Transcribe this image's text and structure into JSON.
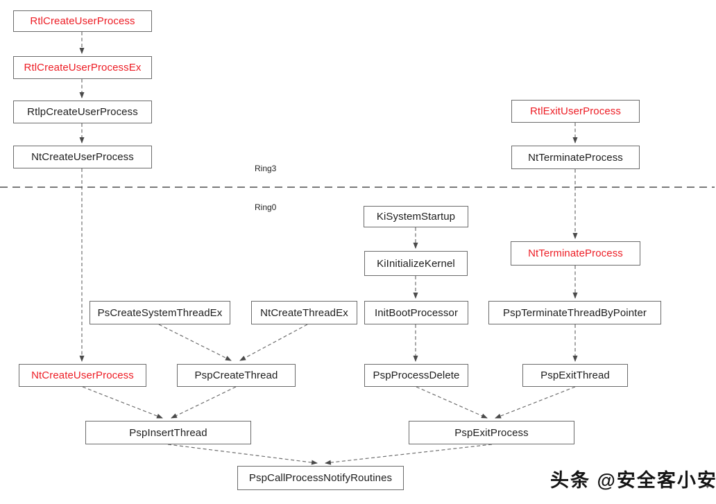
{
  "colors": {
    "red_text": "#ed1c24",
    "black_text": "#1c1c1c",
    "box_border": "#6a6a6a",
    "arrow": "#6e6e6e",
    "divider": "#4d4d4d"
  },
  "ring_labels": {
    "ring3": "Ring3",
    "ring0": "Ring0"
  },
  "nodes": [
    {
      "id": "rtlCreateUserProcess",
      "label": "RtlCreateUserProcess",
      "emphasis": "red"
    },
    {
      "id": "rtlCreateUserProcessEx",
      "label": "RtlCreateUserProcessEx",
      "emphasis": "red"
    },
    {
      "id": "rtlpCreateUserProcess",
      "label": "RtlpCreateUserProcess",
      "emphasis": "black"
    },
    {
      "id": "ntCreateUserProcess_r3",
      "label": "NtCreateUserProcess",
      "emphasis": "black"
    },
    {
      "id": "rtlExitUserProcess",
      "label": "RtlExitUserProcess",
      "emphasis": "red"
    },
    {
      "id": "ntTerminateProcess_r3",
      "label": "NtTerminateProcess",
      "emphasis": "black"
    },
    {
      "id": "kiSystemStartup",
      "label": "KiSystemStartup",
      "emphasis": "black"
    },
    {
      "id": "kiInitializeKernel",
      "label": "KiInitializeKernel",
      "emphasis": "black"
    },
    {
      "id": "ntTerminateProcess_r0",
      "label": "NtTerminateProcess",
      "emphasis": "red"
    },
    {
      "id": "psCreateSystemThreadEx",
      "label": "PsCreateSystemThreadEx",
      "emphasis": "black"
    },
    {
      "id": "ntCreateThreadEx",
      "label": "NtCreateThreadEx",
      "emphasis": "black"
    },
    {
      "id": "initBootProcessor",
      "label": "InitBootProcessor",
      "emphasis": "black"
    },
    {
      "id": "pspTerminateThreadByPointer",
      "label": "PspTerminateThreadByPointer",
      "emphasis": "black"
    },
    {
      "id": "ntCreateUserProcess_r0",
      "label": "NtCreateUserProcess",
      "emphasis": "red"
    },
    {
      "id": "pspCreateThread",
      "label": "PspCreateThread",
      "emphasis": "black"
    },
    {
      "id": "pspProcessDelete",
      "label": "PspProcessDelete",
      "emphasis": "black"
    },
    {
      "id": "pspExitThread",
      "label": "PspExitThread",
      "emphasis": "black"
    },
    {
      "id": "pspInsertThread",
      "label": "PspInsertThread",
      "emphasis": "black"
    },
    {
      "id": "pspExitProcess",
      "label": "PspExitProcess",
      "emphasis": "black"
    },
    {
      "id": "pspCallProcessNotifyRoutines",
      "label": "PspCallProcessNotifyRoutines",
      "emphasis": "black"
    }
  ],
  "edges": [
    {
      "from": "rtlCreateUserProcess",
      "to": "rtlCreateUserProcessEx"
    },
    {
      "from": "rtlCreateUserProcessEx",
      "to": "rtlpCreateUserProcess"
    },
    {
      "from": "rtlpCreateUserProcess",
      "to": "ntCreateUserProcess_r3"
    },
    {
      "from": "ntCreateUserProcess_r3",
      "to": "ntCreateUserProcess_r0"
    },
    {
      "from": "rtlExitUserProcess",
      "to": "ntTerminateProcess_r3"
    },
    {
      "from": "ntTerminateProcess_r3",
      "to": "ntTerminateProcess_r0"
    },
    {
      "from": "kiSystemStartup",
      "to": "kiInitializeKernel"
    },
    {
      "from": "kiInitializeKernel",
      "to": "initBootProcessor"
    },
    {
      "from": "initBootProcessor",
      "to": "pspProcessDelete"
    },
    {
      "from": "ntTerminateProcess_r0",
      "to": "pspTerminateThreadByPointer"
    },
    {
      "from": "pspTerminateThreadByPointer",
      "to": "pspExitThread"
    },
    {
      "from": "psCreateSystemThreadEx",
      "to": "pspCreateThread"
    },
    {
      "from": "ntCreateThreadEx",
      "to": "pspCreateThread"
    },
    {
      "from": "ntCreateUserProcess_r0",
      "to": "pspInsertThread"
    },
    {
      "from": "pspCreateThread",
      "to": "pspInsertThread"
    },
    {
      "from": "pspProcessDelete",
      "to": "pspExitProcess"
    },
    {
      "from": "pspExitThread",
      "to": "pspExitProcess"
    },
    {
      "from": "pspInsertThread",
      "to": "pspCallProcessNotifyRoutines"
    },
    {
      "from": "pspExitProcess",
      "to": "pspCallProcessNotifyRoutines"
    }
  ],
  "watermark": {
    "text": "头条 @安全客小安"
  },
  "icons": {
    "sparkle": "✦"
  }
}
